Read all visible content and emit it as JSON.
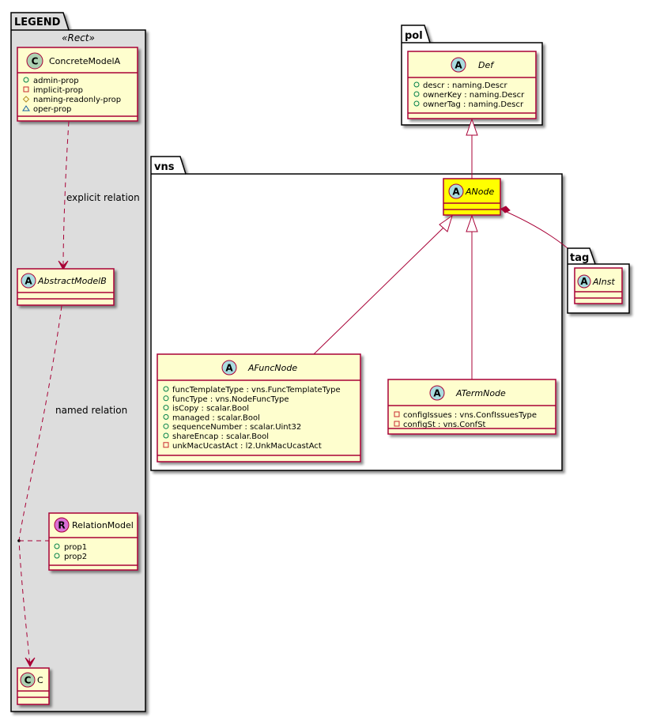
{
  "colors": {
    "class_fill": "#FEFECE",
    "class_border": "#A80036",
    "highlight_fill": "#FFFF00",
    "legend_fill": "#DDDDDD",
    "abstract_badge": "#A9DCDF",
    "class_badge": "#ADD1B2",
    "relation_badge": "#DA70D6",
    "edge": "#A80036"
  },
  "legend": {
    "title": "LEGEND",
    "stereotype": "«Rect»",
    "concrete_class": {
      "badge": "C",
      "name": "ConcreteModelA",
      "attributes": [
        {
          "visibility": "public",
          "marker": "○",
          "text": "admin-prop"
        },
        {
          "visibility": "private",
          "marker": "□",
          "text": "implicit-prop"
        },
        {
          "visibility": "protected",
          "marker": "◇",
          "text": "naming-readonly-prop"
        },
        {
          "visibility": "package",
          "marker": "△",
          "text": "oper-prop"
        }
      ]
    },
    "explicit_relation_label": "explicit relation",
    "abstract_class": {
      "badge": "A",
      "name": "AbstractModelB"
    },
    "named_relation_label": "named relation",
    "relation_class": {
      "badge": "R",
      "name": "RelationModel",
      "attributes": [
        {
          "visibility": "public",
          "marker": "○",
          "text": "prop1"
        },
        {
          "visibility": "public",
          "marker": "○",
          "text": "prop2"
        }
      ]
    },
    "target_class": {
      "badge": "C",
      "name": "C"
    }
  },
  "packages": {
    "pol": {
      "title": "pol",
      "class": {
        "badge": "A",
        "name": "Def",
        "attributes": [
          {
            "visibility": "public",
            "marker": "○",
            "text": "descr : naming.Descr"
          },
          {
            "visibility": "public",
            "marker": "○",
            "text": "ownerKey : naming.Descr"
          },
          {
            "visibility": "public",
            "marker": "○",
            "text": "ownerTag : naming.Descr"
          }
        ]
      }
    },
    "vns": {
      "title": "vns",
      "anode": {
        "badge": "A",
        "name": "ANode"
      },
      "afuncnode": {
        "badge": "A",
        "name": "AFuncNode",
        "attributes": [
          {
            "visibility": "public",
            "marker": "○",
            "text": "funcTemplateType : vns.FuncTemplateType"
          },
          {
            "visibility": "public",
            "marker": "○",
            "text": "funcType : vns.NodeFuncType"
          },
          {
            "visibility": "public",
            "marker": "○",
            "text": "isCopy : scalar.Bool"
          },
          {
            "visibility": "public",
            "marker": "○",
            "text": "managed : scalar.Bool"
          },
          {
            "visibility": "public",
            "marker": "○",
            "text": "sequenceNumber : scalar.Uint32"
          },
          {
            "visibility": "public",
            "marker": "○",
            "text": "shareEncap : scalar.Bool"
          },
          {
            "visibility": "private",
            "marker": "□",
            "text": "unkMacUcastAct : l2.UnkMacUcastAct"
          }
        ]
      },
      "atermnode": {
        "badge": "A",
        "name": "ATermNode",
        "attributes": [
          {
            "visibility": "private",
            "marker": "□",
            "text": "configIssues : vns.ConfIssuesType"
          },
          {
            "visibility": "private",
            "marker": "□",
            "text": "configSt : vns.ConfSt"
          }
        ]
      }
    },
    "tag": {
      "title": "tag",
      "class": {
        "badge": "A",
        "name": "AInst"
      }
    }
  }
}
